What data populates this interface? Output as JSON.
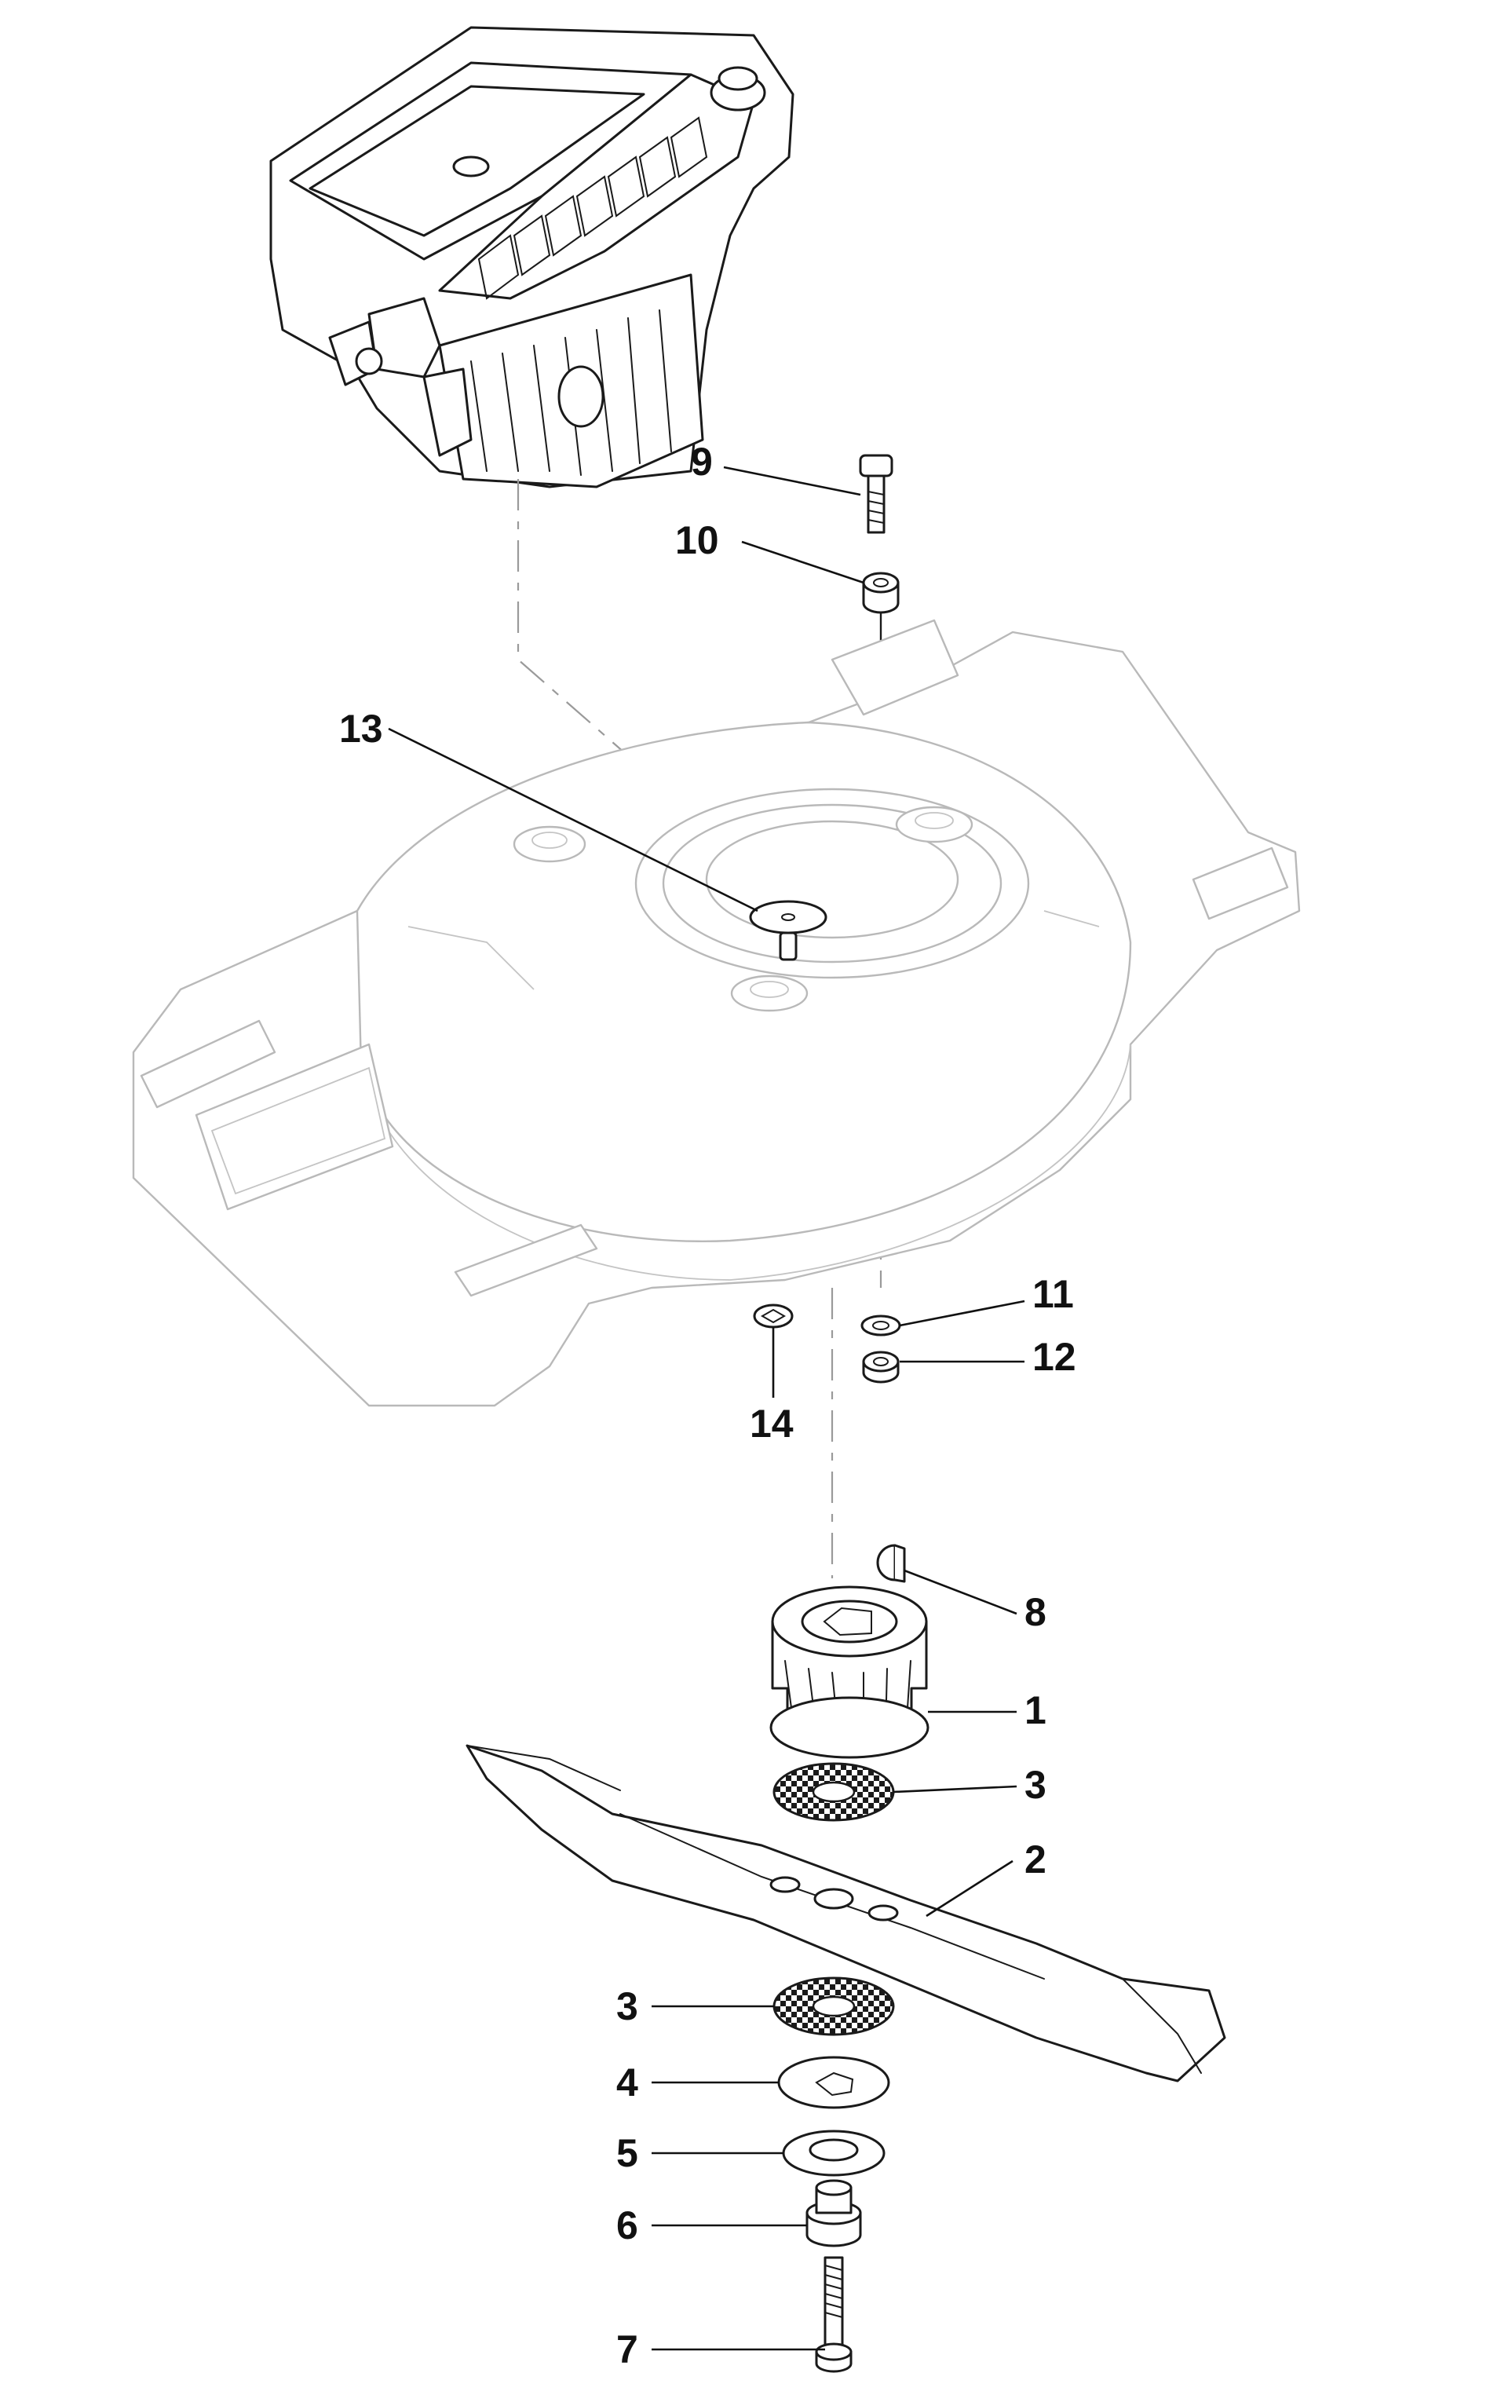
{
  "callouts": [
    {
      "id": "9",
      "label": "9"
    },
    {
      "id": "10",
      "label": "10"
    },
    {
      "id": "13",
      "label": "13"
    },
    {
      "id": "11",
      "label": "11"
    },
    {
      "id": "12",
      "label": "12"
    },
    {
      "id": "14",
      "label": "14"
    },
    {
      "id": "8",
      "label": "8"
    },
    {
      "id": "1",
      "label": "1"
    },
    {
      "id": "3a",
      "label": "3"
    },
    {
      "id": "2",
      "label": "2"
    },
    {
      "id": "3b",
      "label": "3"
    },
    {
      "id": "4",
      "label": "4"
    },
    {
      "id": "5",
      "label": "5"
    },
    {
      "id": "6",
      "label": "6"
    },
    {
      "id": "7",
      "label": "7"
    }
  ],
  "colors": {
    "ink": "#1a1a1a",
    "deck_outline": "#b9b9b9",
    "background": "#ffffff"
  }
}
